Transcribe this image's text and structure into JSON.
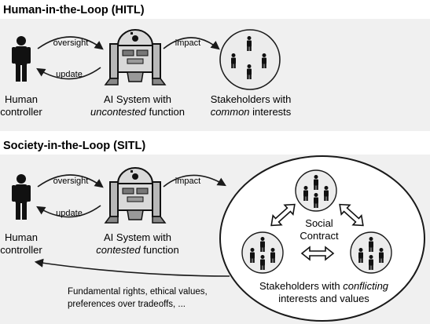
{
  "hitl": {
    "title": "Human-in-the-Loop (HITL)",
    "arrow_oversight": "oversight",
    "arrow_update": "update",
    "arrow_impact": "impact",
    "human_line1": "Human",
    "human_line2": "controller",
    "ai_line1": "AI System with",
    "ai_line2_em": "uncontested",
    "ai_line2_rest": " function",
    "stake_line1": "Stakeholders with",
    "stake_line2_em": "common",
    "stake_line2_rest": " interests"
  },
  "sitl": {
    "title": "Society-in-the-Loop (SITL)",
    "arrow_oversight": "oversight",
    "arrow_update": "update",
    "arrow_impact": "impact",
    "human_line1": "Human",
    "human_line2": "controller",
    "ai_line1": "AI System with",
    "ai_line2_em": "contested",
    "ai_line2_rest": " function",
    "contract_line1": "Social",
    "contract_line2": "Contract",
    "stake_line1": "Stakeholders with",
    "stake_line1_em": "conflicting",
    "stake_line2": "interests and values",
    "feedback_line1": "Fundamental rights, ethical values,",
    "feedback_line2": "preferences over tradeoffs, ..."
  },
  "colors": {
    "panel_bg": "#f0f0f0",
    "ink": "#1a1a1a",
    "robot_gray": "#b8b8b8"
  }
}
